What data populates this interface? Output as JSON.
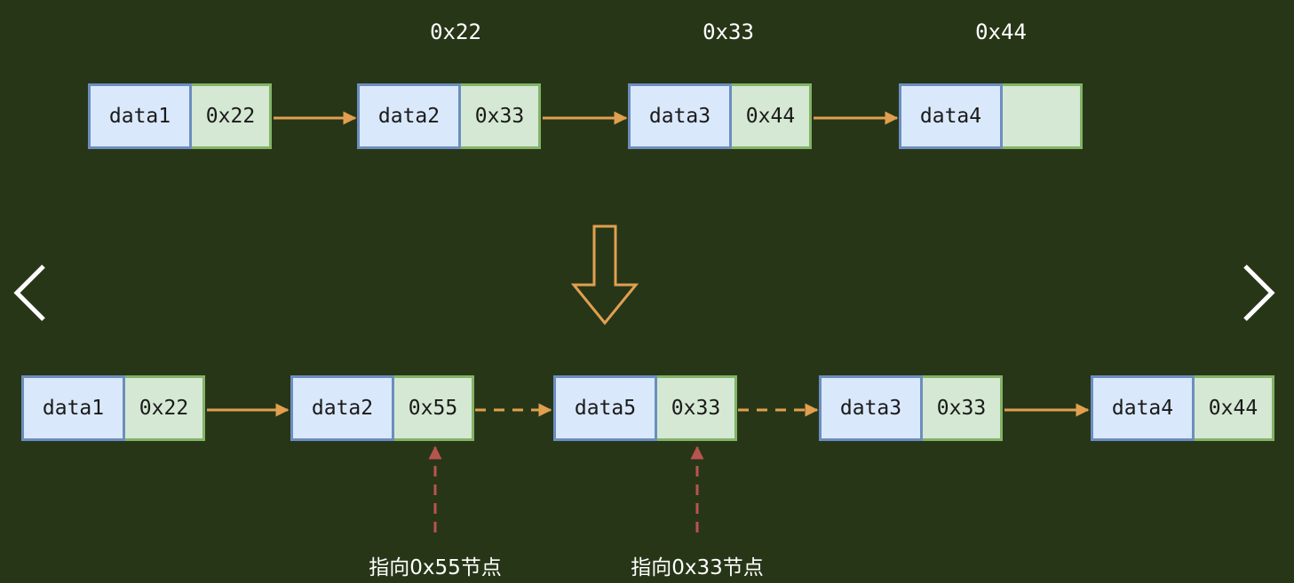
{
  "colors": {
    "background": "#283618",
    "data_fill": "#dae8fc",
    "data_border": "#6c8ebf",
    "ptr_fill": "#d5e8d4",
    "ptr_border": "#82b366",
    "arrow": "#e0a050",
    "pointer_arrow": "#b85450"
  },
  "top": {
    "addresses": [
      "0x22",
      "0x33",
      "0x44"
    ],
    "nodes": [
      {
        "data": "data1",
        "next": "0x22"
      },
      {
        "data": "data2",
        "next": "0x33"
      },
      {
        "data": "data3",
        "next": "0x44"
      },
      {
        "data": "data4",
        "next": ""
      }
    ]
  },
  "bottom": {
    "nodes": [
      {
        "data": "data1",
        "next": "0x22"
      },
      {
        "data": "data2",
        "next": "0x55"
      },
      {
        "data": "data5",
        "next": "0x33"
      },
      {
        "data": "data3",
        "next": "0x33"
      },
      {
        "data": "data4",
        "next": "0x44"
      }
    ],
    "notes": [
      "指向0x55节点",
      "指向0x33节点"
    ]
  },
  "nav": {
    "prev_icon": "chevron-left-icon",
    "next_icon": "chevron-right-icon"
  }
}
